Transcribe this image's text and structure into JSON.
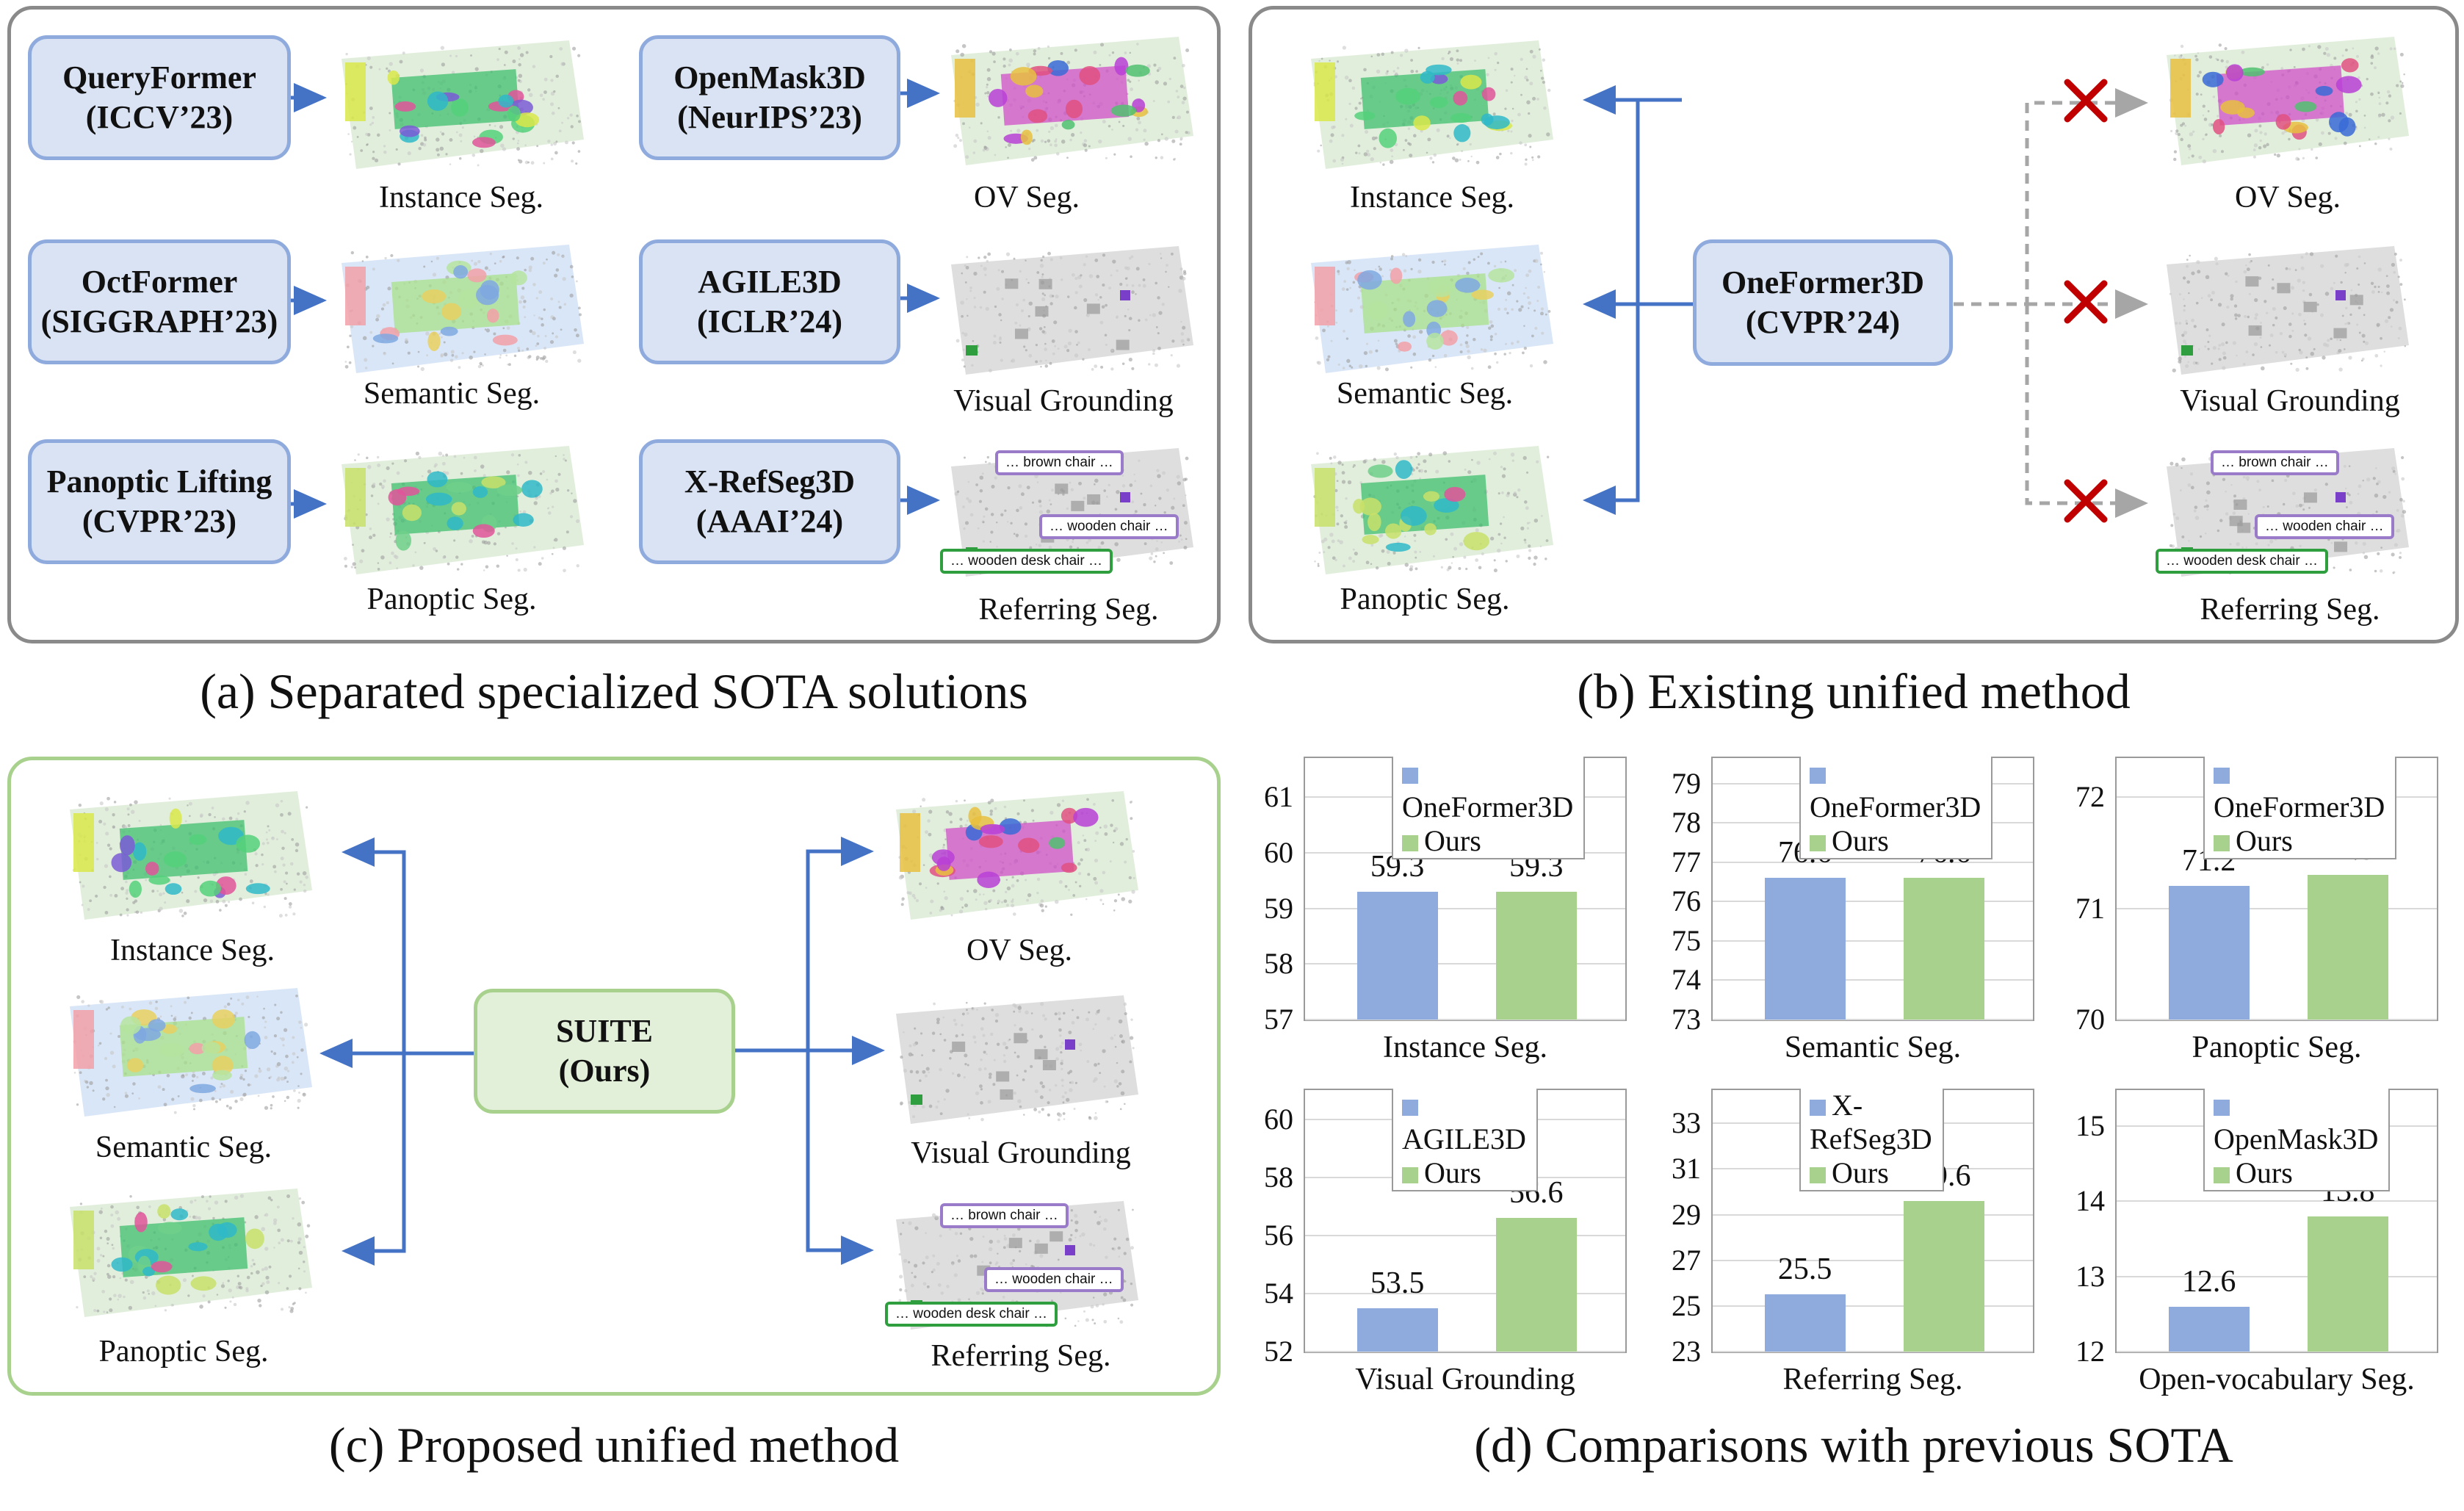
{
  "captions": {
    "a": "(a) Separated specialized SOTA solutions",
    "b": "(b) Existing unified method",
    "c": "(c) Proposed unified method",
    "d": "(d) Comparisons with previous SOTA"
  },
  "panel_a": {
    "methods": [
      {
        "name": "QueryFormer",
        "venue": "(ICCV’23)",
        "task": "Instance Seg."
      },
      {
        "name": "OctFormer",
        "venue": "(SIGGRAPH’23)",
        "task": "Semantic Seg."
      },
      {
        "name": "Panoptic Lifting",
        "venue": "(CVPR’23)",
        "task": "Panoptic Seg."
      },
      {
        "name": "OpenMask3D",
        "venue": "(NeurIPS’23)",
        "task": "OV Seg."
      },
      {
        "name": "AGILE3D",
        "venue": "(ICLR’24)",
        "task": "Visual Grounding"
      },
      {
        "name": "X-RefSeg3D",
        "venue": "(AAAI’24)",
        "task": "Referring Seg."
      }
    ]
  },
  "panel_b": {
    "method": {
      "name": "OneFormer3D",
      "venue": "(CVPR’24)"
    },
    "supported": [
      "Instance Seg.",
      "Semantic Seg.",
      "Panoptic Seg."
    ],
    "unsupported": [
      "OV Seg.",
      "Visual Grounding",
      "Referring Seg."
    ]
  },
  "panel_c": {
    "method": {
      "name": "SUITE",
      "venue": "(Ours)"
    },
    "left_tasks": [
      "Instance Seg.",
      "Semantic Seg.",
      "Panoptic Seg."
    ],
    "right_tasks": [
      "OV Seg.",
      "Visual Grounding",
      "Referring Seg."
    ]
  },
  "referring_tags": [
    "… brown chair …",
    "… wooden chair …",
    "… wooden desk chair …"
  ],
  "colors": {
    "baseline": "#8faadc",
    "ours": "#a9d18e",
    "arrow": "#4472c4",
    "cross": "#c00000",
    "dashed": "#a6a6a6"
  },
  "chart_data": [
    {
      "type": "bar",
      "xlabel": "Instance Seg.",
      "ylim": [
        57,
        61.6
      ],
      "yticks": [
        57,
        58,
        59,
        60,
        61
      ],
      "series": [
        {
          "name": "OneFormer3D",
          "values": [
            59.3
          ]
        },
        {
          "name": "Ours",
          "values": [
            59.3
          ]
        }
      ],
      "labels": [
        "59.3",
        "59.3"
      ]
    },
    {
      "type": "bar",
      "xlabel": "Semantic Seg.",
      "ylim": [
        73,
        79.5
      ],
      "yticks": [
        73,
        74,
        75,
        76,
        77,
        78,
        79
      ],
      "series": [
        {
          "name": "OneFormer3D",
          "values": [
            76.6
          ]
        },
        {
          "name": "Ours",
          "values": [
            76.6
          ]
        }
      ],
      "labels": [
        "76.6",
        "76.6"
      ]
    },
    {
      "type": "bar",
      "xlabel": "Panoptic Seg.",
      "ylim": [
        70,
        72.3
      ],
      "yticks": [
        70,
        71,
        72
      ],
      "series": [
        {
          "name": "OneFormer3D",
          "values": [
            71.2
          ]
        },
        {
          "name": "Ours",
          "values": [
            71.3
          ]
        }
      ],
      "labels": [
        "71.2",
        "71.3"
      ]
    },
    {
      "type": "bar",
      "xlabel": "Visual Grounding",
      "ylim": [
        52,
        60.8
      ],
      "yticks": [
        52,
        54,
        56,
        58,
        60
      ],
      "series": [
        {
          "name": "AGILE3D",
          "values": [
            53.5
          ]
        },
        {
          "name": "Ours",
          "values": [
            56.6
          ]
        }
      ],
      "labels": [
        "53.5",
        "56.6"
      ]
    },
    {
      "type": "bar",
      "xlabel": "Referring Seg.",
      "ylim": [
        23,
        34.2
      ],
      "yticks": [
        23,
        25,
        27,
        29,
        31,
        33
      ],
      "series": [
        {
          "name": "X-RefSeg3D",
          "values": [
            25.5
          ]
        },
        {
          "name": "Ours",
          "values": [
            29.6
          ]
        }
      ],
      "labels": [
        "25.5",
        "29.6"
      ]
    },
    {
      "type": "bar",
      "xlabel": "Open-vocabulary Seg.",
      "ylim": [
        12,
        15.4
      ],
      "yticks": [
        12,
        13,
        14,
        15
      ],
      "series": [
        {
          "name": "OpenMask3D",
          "values": [
            12.6
          ]
        },
        {
          "name": "Ours",
          "values": [
            13.8
          ]
        }
      ],
      "labels": [
        "12.6",
        "13.8"
      ]
    }
  ]
}
